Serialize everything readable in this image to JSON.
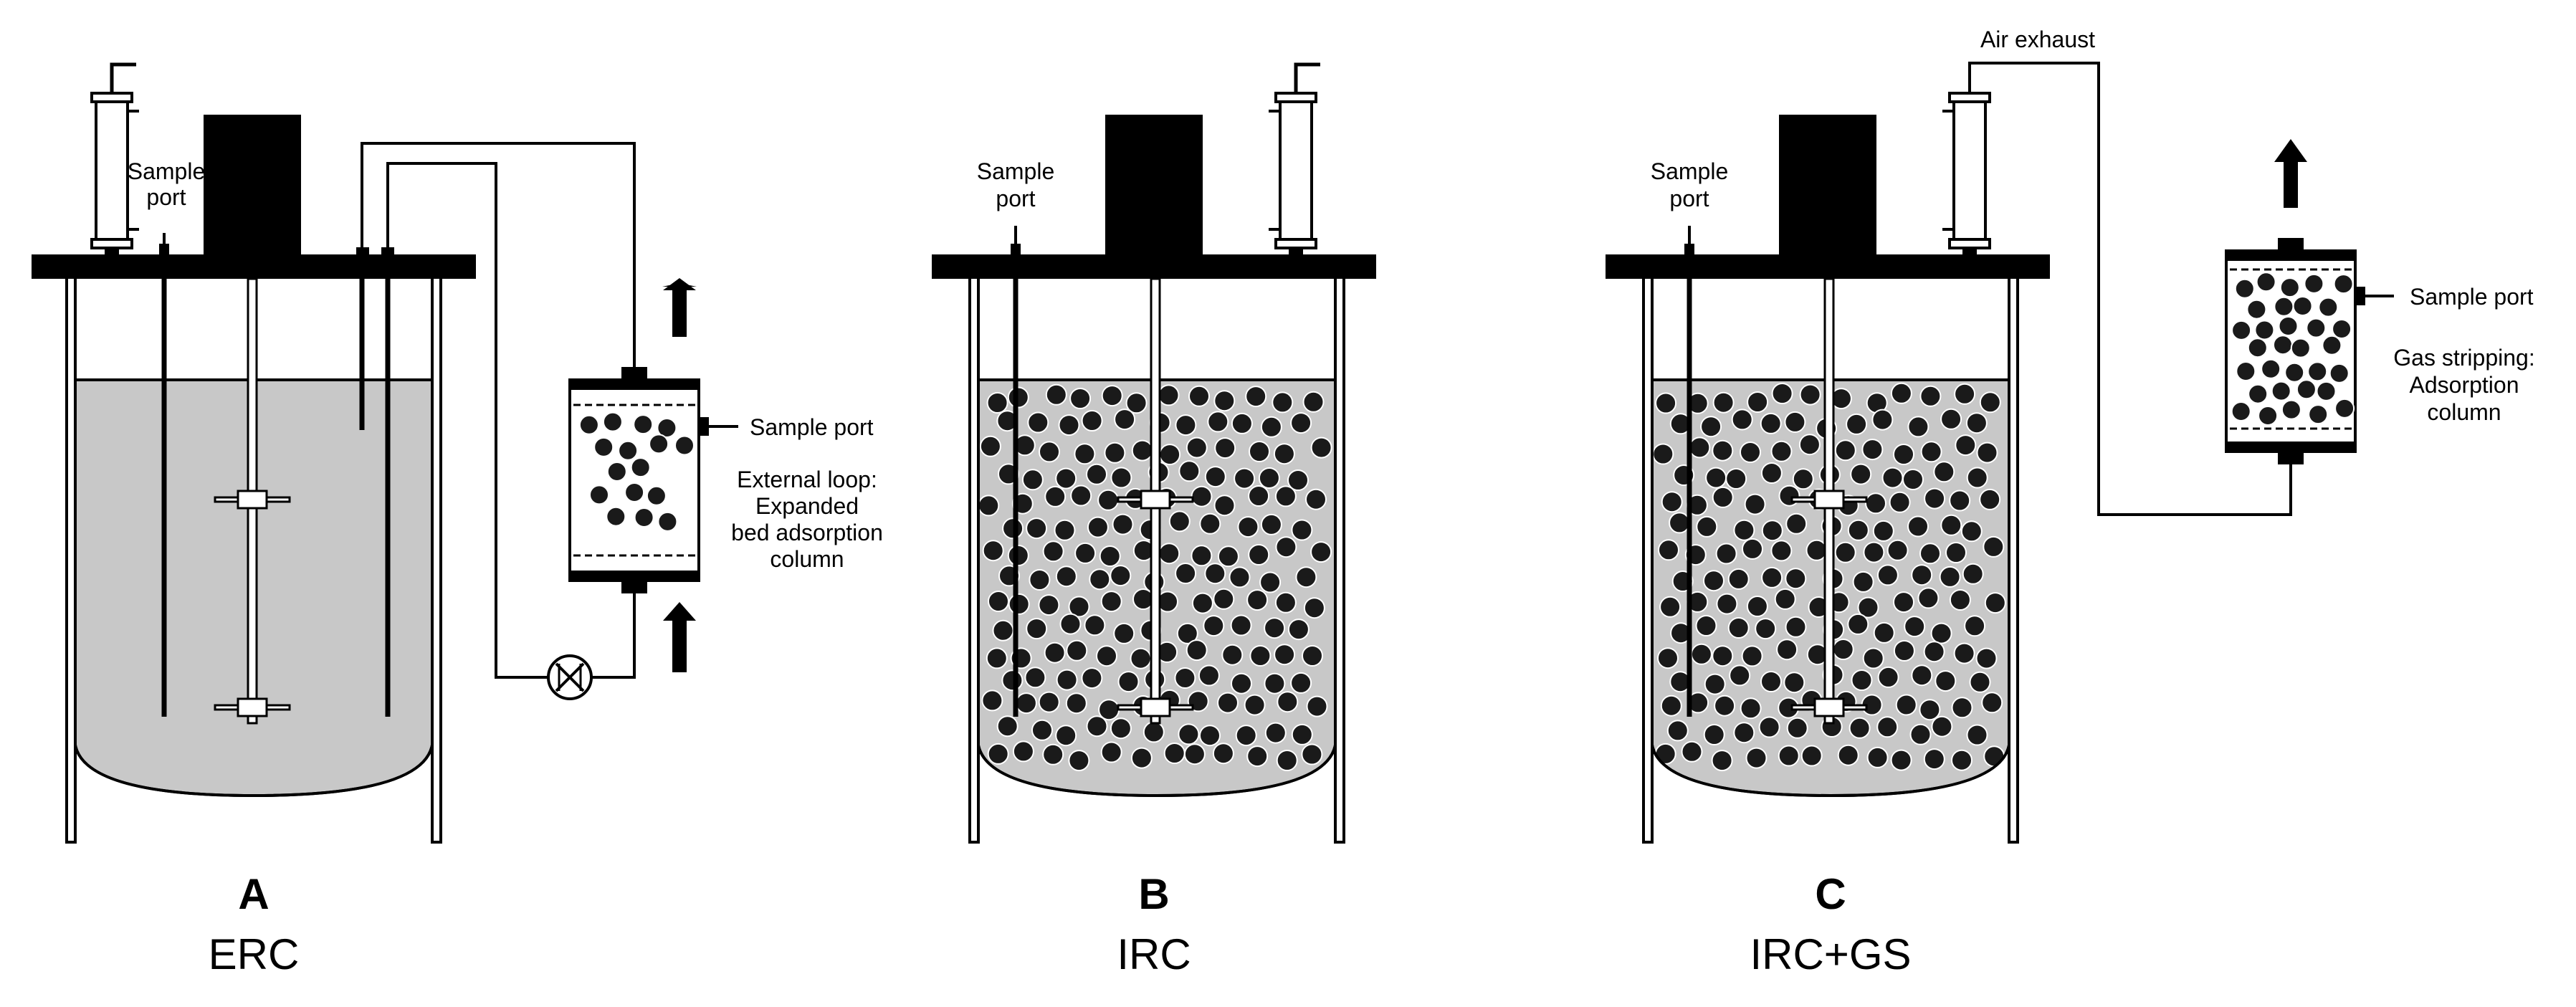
{
  "panels": {
    "a": {
      "letter": "A",
      "name": "ERC",
      "sample_port_line1": "Sample",
      "sample_port_line2": "port",
      "column_sample_port": "Sample port",
      "column_desc": [
        "External loop:",
        "Expanded",
        "bed adsorption",
        "column"
      ]
    },
    "b": {
      "letter": "B",
      "name": "IRC",
      "sample_port_line1": "Sample",
      "sample_port_line2": "port"
    },
    "c": {
      "letter": "C",
      "name": "IRC+GS",
      "sample_port_line1": "Sample",
      "sample_port_line2": "port",
      "air_exhaust": "Air exhaust",
      "column_sample_port": "Sample port",
      "column_desc": [
        "Gas stripping:",
        "Adsorption",
        "column"
      ]
    }
  },
  "colors": {
    "liquid": "#c8c8c8",
    "bead": "#1a1a1a",
    "line": "#000000",
    "background": "#ffffff"
  }
}
